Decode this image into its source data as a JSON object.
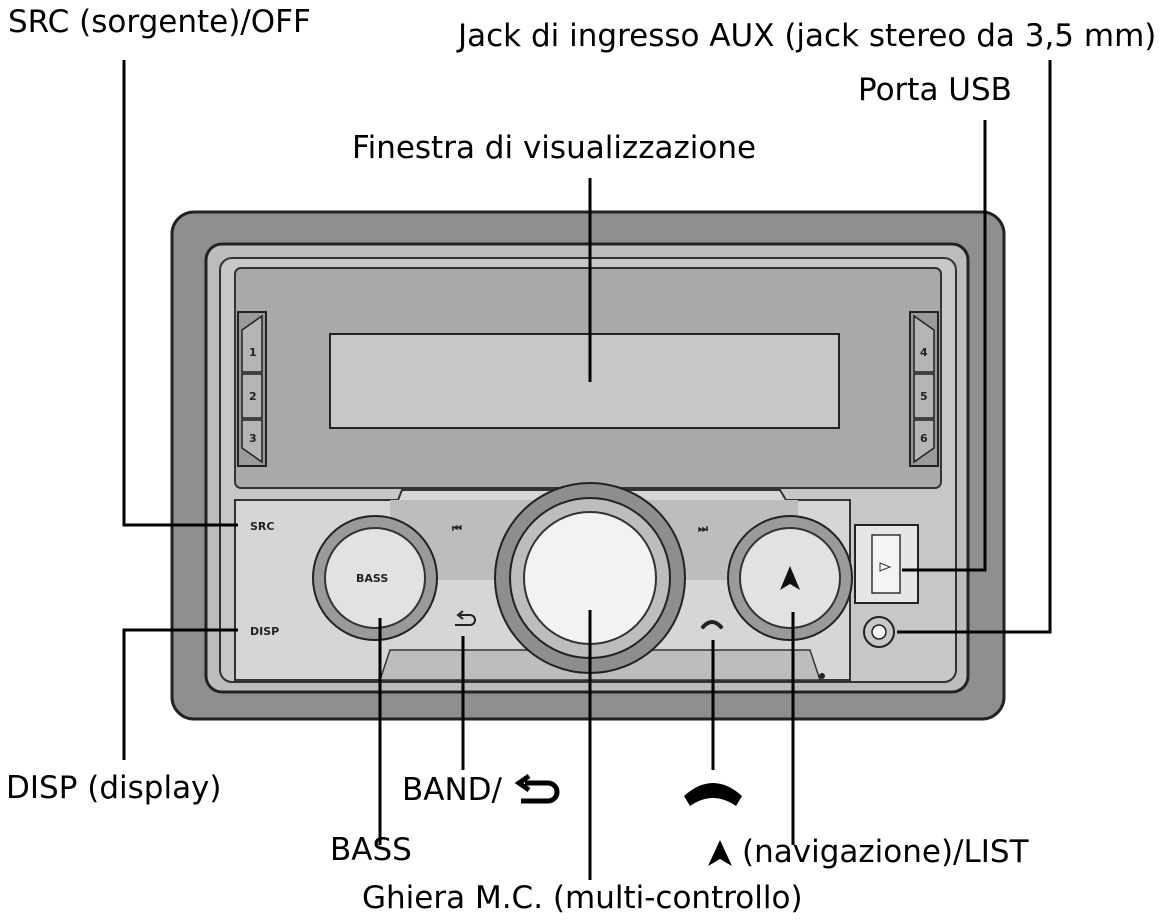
{
  "labels": {
    "src_off": "SRC (sorgente)/OFF",
    "aux_jack": "Jack di ingresso AUX (jack stereo da 3,5 mm)",
    "usb_port": "Porta USB",
    "display_window": "Finestra di visualizzazione",
    "disp": "DISP (display)",
    "band": "BAND/",
    "phone": "",
    "bass": "BASS",
    "navigation": "(navigazione)/LIST",
    "mc_dial": "Ghiera M.C. (multi-controllo)"
  },
  "device": {
    "preset_left": [
      "1",
      "2",
      "3"
    ],
    "preset_right": [
      "4",
      "5",
      "6"
    ],
    "src_button": "SRC",
    "disp_button": "DISP",
    "bass_knob": "BASS",
    "prev_track": "⏮",
    "next_track": "⏭"
  },
  "colors": {
    "bezel": "#8f8f8f",
    "frame": "#b9b9b9",
    "display": "#c4c4c4",
    "line": "#000000"
  },
  "icons": {
    "back_arrow": "back-arrow-icon",
    "phone": "phone-handset-icon",
    "navigation": "navigation-arrow-icon"
  }
}
